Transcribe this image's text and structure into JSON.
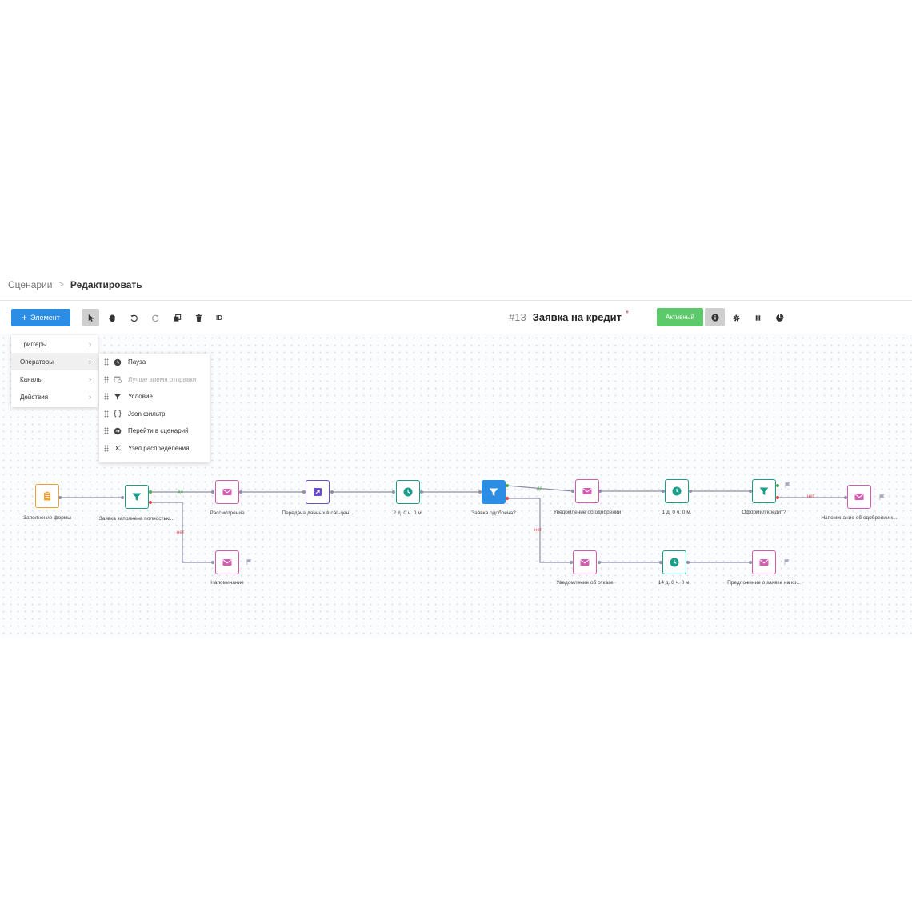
{
  "breadcrumb": {
    "parent": "Сценарии",
    "current": "Редактировать"
  },
  "toolbar": {
    "add_label": "Элемент",
    "id_label": "ID",
    "scenario_number": "#13",
    "scenario_name": "Заявка на кредит",
    "required_mark": "*",
    "status_label": "Активный"
  },
  "menu": {
    "items": [
      {
        "label": "Триггеры"
      },
      {
        "label": "Операторы"
      },
      {
        "label": "Каналы"
      },
      {
        "label": "Действия"
      }
    ]
  },
  "submenu": {
    "items": [
      {
        "label": "Пауза",
        "icon": "clock-icon"
      },
      {
        "label": "Лучше время отправки",
        "icon": "calendar-icon"
      },
      {
        "label": "Условие",
        "icon": "filter-icon"
      },
      {
        "label": "Json фильтр",
        "icon": "braces-icon"
      },
      {
        "label": "Перейти в сценарий",
        "icon": "arrow-circle-icon"
      },
      {
        "label": "Узел распределения",
        "icon": "shuffle-icon"
      }
    ]
  },
  "flow": {
    "nodes": [
      {
        "label": "Заполнение формы",
        "type": "form"
      },
      {
        "label": "Заявка заполнена полностью...",
        "type": "condition"
      },
      {
        "label": "Рассмотрение",
        "type": "email"
      },
      {
        "label": "Передача данных в call-цен...",
        "type": "redirect"
      },
      {
        "label": "2 д. 0 ч. 0 м.",
        "type": "pause"
      },
      {
        "label": "Заявка одобрена?",
        "type": "condition-selected"
      },
      {
        "label": "Уведомление об одобрении",
        "type": "email"
      },
      {
        "label": "1 д. 0 ч. 0 м.",
        "type": "pause"
      },
      {
        "label": "Оформил кредит?",
        "type": "condition"
      },
      {
        "label": "Напоминание об одобрении к...",
        "type": "email"
      },
      {
        "label": "Напоминание",
        "type": "email"
      },
      {
        "label": "Уведомление об отказе",
        "type": "email"
      },
      {
        "label": "14 д. 0 ч. 0 м.",
        "type": "pause"
      },
      {
        "label": "Предложение о заявке на кр...",
        "type": "email"
      }
    ],
    "edge_labels": {
      "yes": "да",
      "no": "нет"
    }
  },
  "colors": {
    "primary": "#2b8de3",
    "active_status": "#5cc96b",
    "email": "#d45bb2",
    "pause": "#1a9e8a",
    "condition": "#1a9e8a",
    "form": "#f0a030",
    "redirect": "#6a4fc9",
    "yes": "#4caf50",
    "no": "#e04848",
    "edge": "#8e8ea8"
  }
}
